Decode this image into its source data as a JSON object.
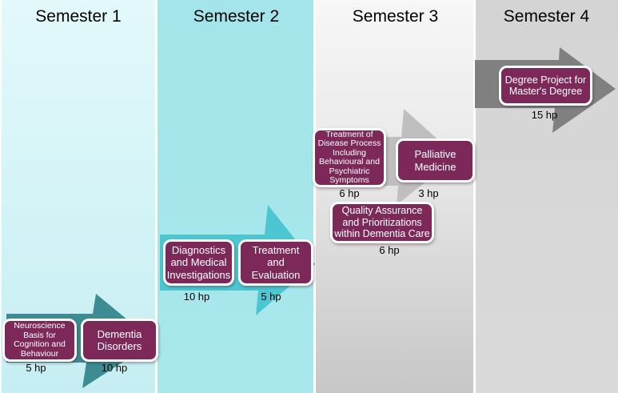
{
  "semesters": [
    {
      "label": "Semester 1",
      "courses": [
        {
          "title": "Neuroscience\nBasis for\nCognition and\nBehaviour",
          "credits": "5 hp"
        },
        {
          "title": "Dementia\nDisorders",
          "credits": "10 hp"
        }
      ]
    },
    {
      "label": "Semester 2",
      "courses": [
        {
          "title": "Diagnostics\nand Medical\nInvestigations",
          "credits": "10 hp"
        },
        {
          "title": "Treatment\nand\nEvaluation",
          "credits": "5 hp"
        }
      ]
    },
    {
      "label": "Semester 3",
      "courses": [
        {
          "title": "Treatment of\nDisease Process\nIncluding\nBehavioural and\nPsychiatric\nSymptoms",
          "credits": "6 hp"
        },
        {
          "title": "Palliative\nMedicine",
          "credits": "3 hp"
        },
        {
          "title": "Quality Assurance\nand Prioritizations\nwithin Dementia Care",
          "credits": "6 hp"
        }
      ]
    },
    {
      "label": "Semester 4",
      "courses": [
        {
          "title": "Degree Project for\nMaster's Degree",
          "credits": "15 hp"
        }
      ]
    }
  ],
  "colors": {
    "semester1_bg": "#D7F5F8",
    "semester2_bg": "#A6E7EC",
    "semester3_bg": "#E9E9E9",
    "semester4_bg": "#D7D7D7",
    "semester1_arrow": "#3D8C93",
    "semester2_arrow": "#4CC6D0",
    "semester3_arrow": "#BFBFBF",
    "semester4_arrow": "#808080",
    "course_box_fill": "#7C2959",
    "course_box_border": "#FFFFFF",
    "course_text": "#FFFFFF",
    "label_text": "#000000"
  }
}
